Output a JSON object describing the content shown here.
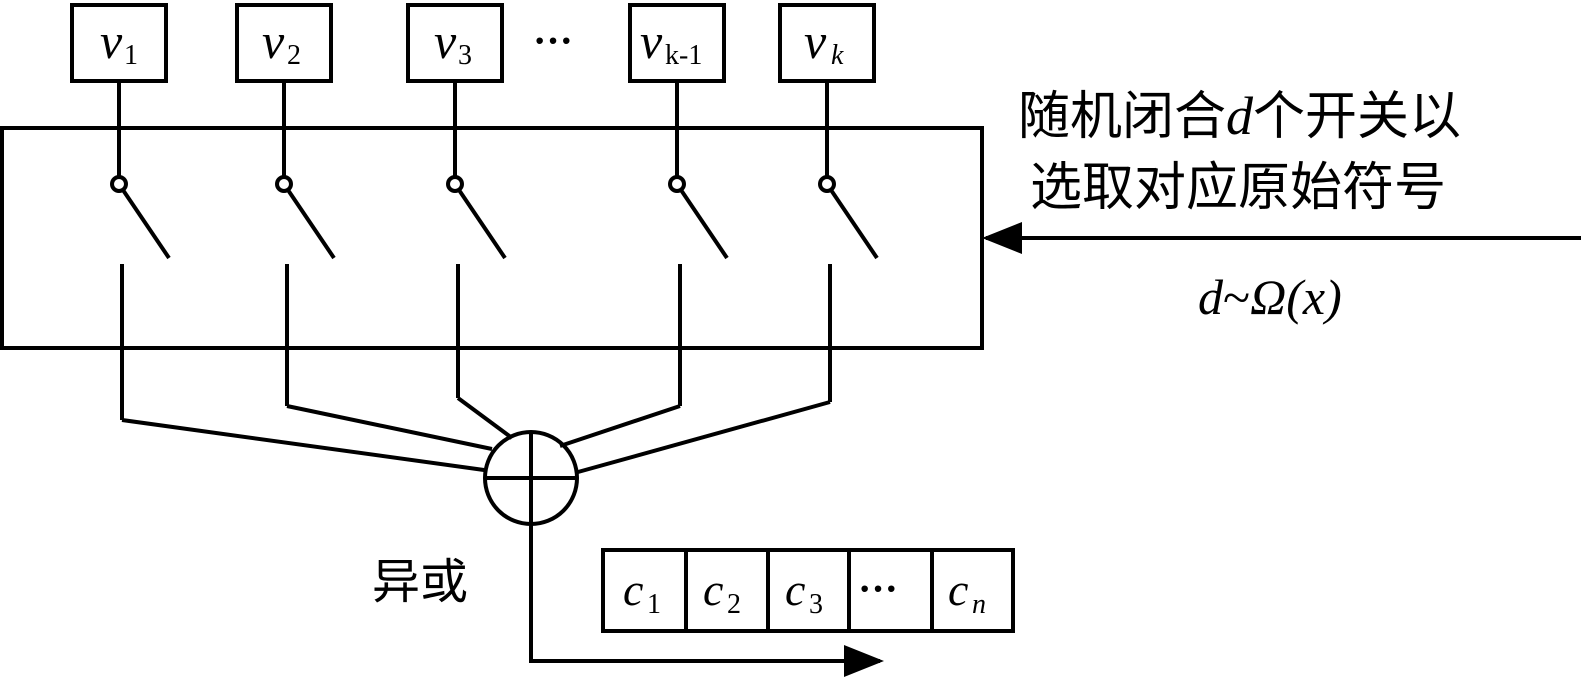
{
  "sources": [
    {
      "base": "v",
      "sub": "1"
    },
    {
      "base": "v",
      "sub": "2"
    },
    {
      "base": "v",
      "sub": "3"
    },
    {
      "base": "v",
      "sub": "k-1"
    },
    {
      "base": "v",
      "sub": "k"
    }
  ],
  "source_ellipsis": "···",
  "instruction": {
    "line1_pre": "随机闭合",
    "line1_var": "d",
    "line1_post": "个开关以",
    "line2": "选取对应原始符号"
  },
  "degree": {
    "var": "d",
    "tilde": "~",
    "dist": "Ω",
    "arg": "(x)"
  },
  "xor_label": "异或",
  "outputs": [
    {
      "base": "c",
      "sub": "1"
    },
    {
      "base": "c",
      "sub": "2"
    },
    {
      "base": "c",
      "sub": "3"
    },
    {
      "base": "",
      "sub": "",
      "ellipsis": "···"
    },
    {
      "base": "c",
      "sub": "n"
    }
  ]
}
